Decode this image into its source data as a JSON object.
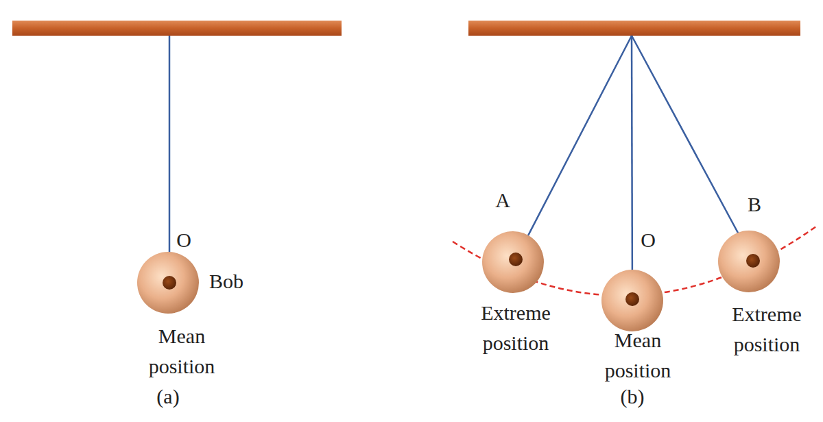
{
  "diagram": {
    "labels": [
      "O",
      "Bob",
      "Mean position",
      "(a)",
      "A",
      "O",
      "B",
      "Extreme position",
      "Mean position",
      "Extreme position",
      "(b)"
    ]
  }
}
